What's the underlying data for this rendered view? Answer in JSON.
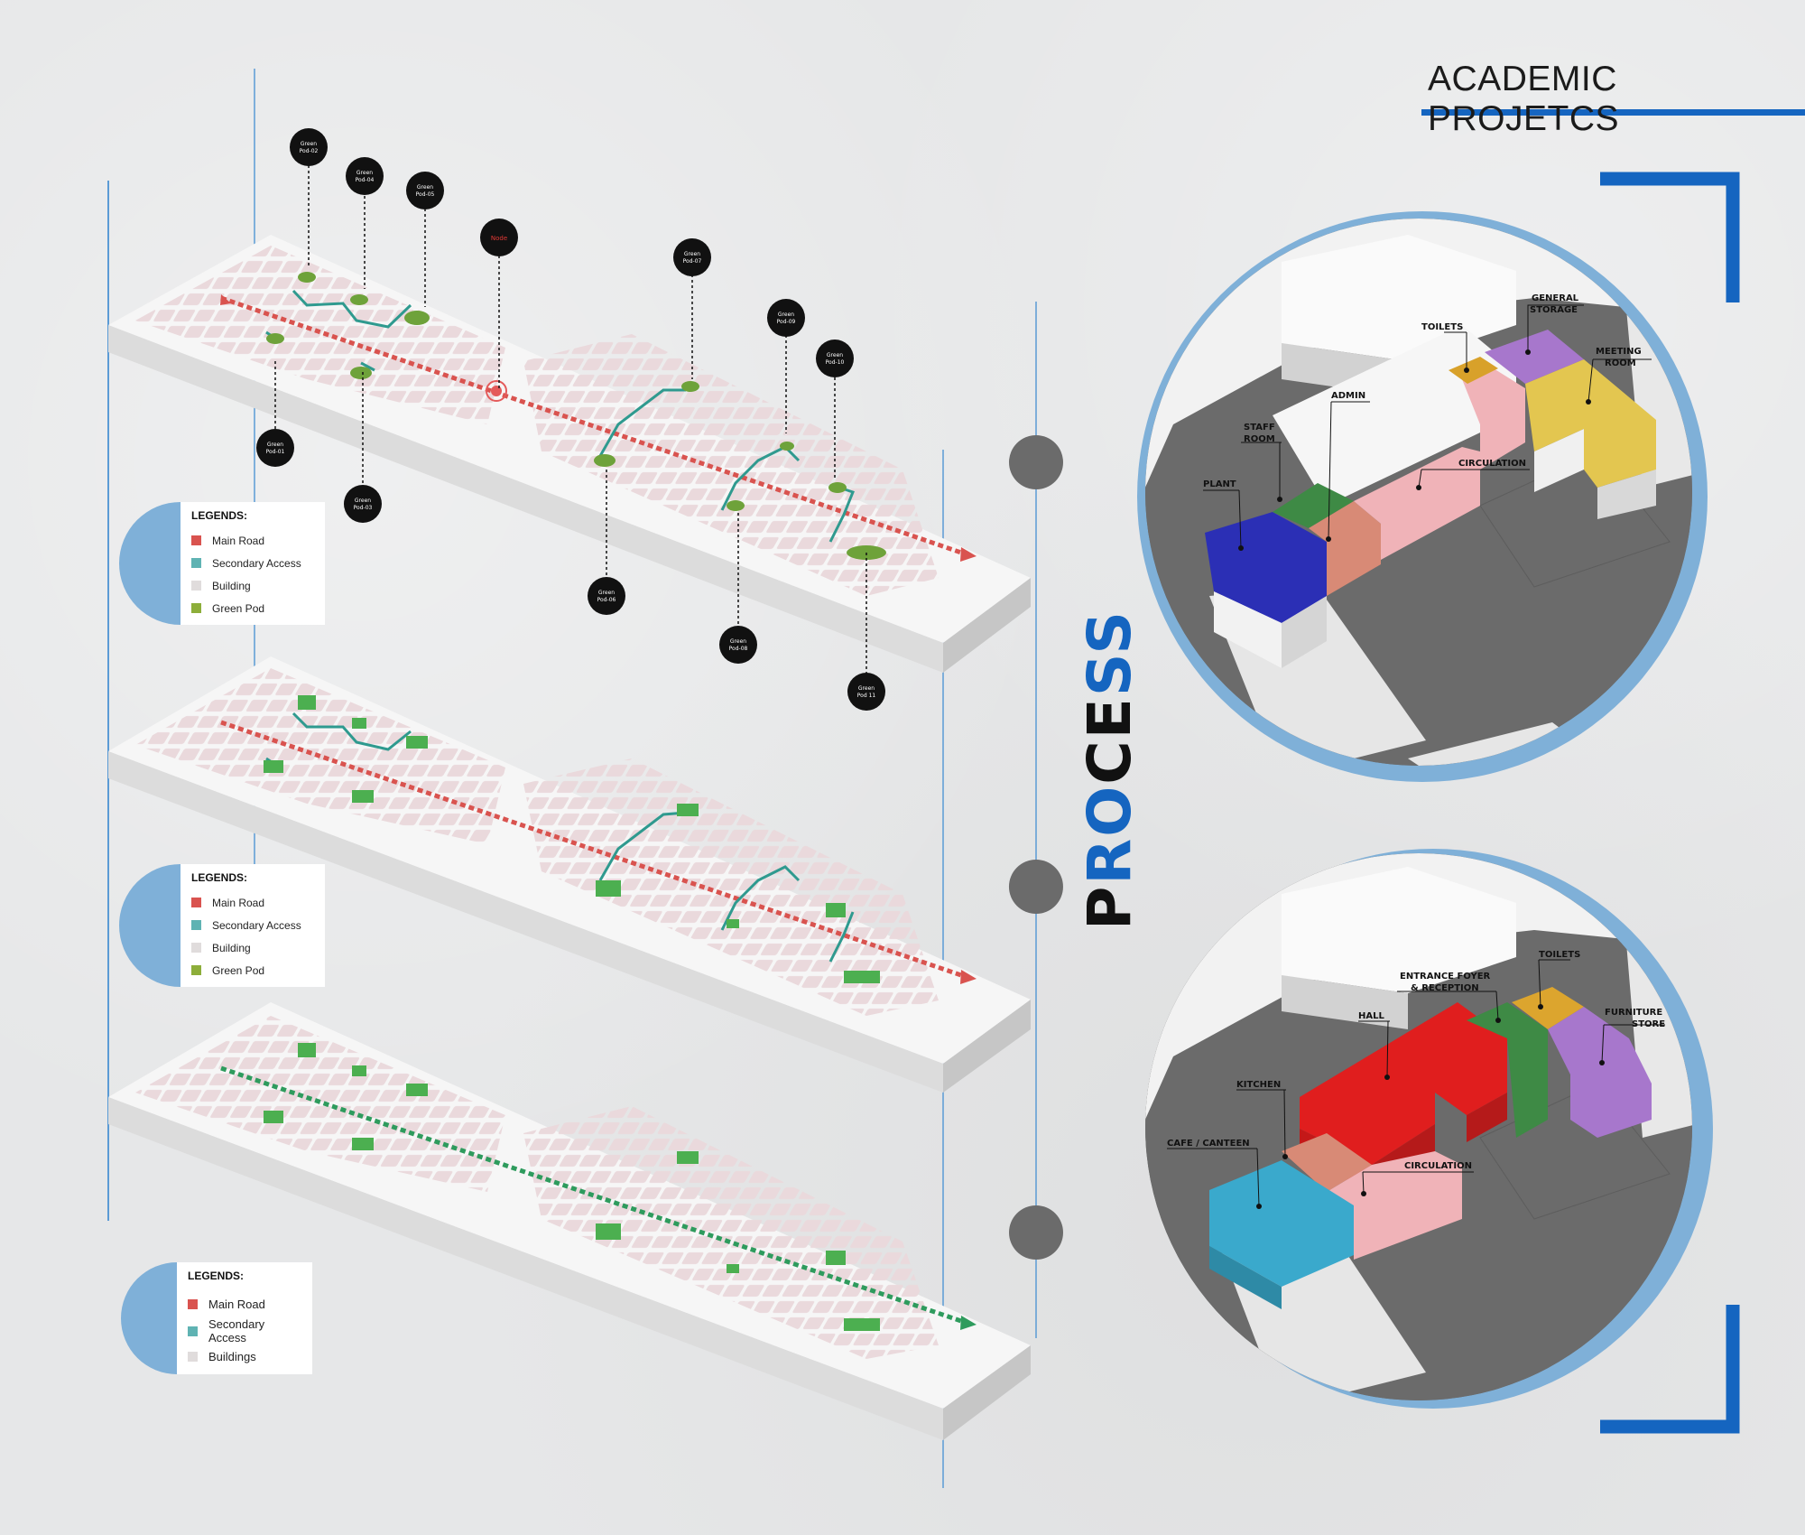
{
  "header": {
    "title": "ACADEMIC PROJETCS"
  },
  "process": {
    "p": "P",
    "r": "R",
    "o": "O",
    "c": "C",
    "e": "E",
    "s1": "S",
    "s2": "S"
  },
  "legend1": {
    "heading": "LEGENDS:",
    "items": [
      {
        "label": "Main Road",
        "color": "#d9534f"
      },
      {
        "label": "Secondary Access",
        "color": "#5fb3b3"
      },
      {
        "label": "Building",
        "color": "#e0dcdc"
      },
      {
        "label": "Green Pod",
        "color": "#8dae3a"
      }
    ]
  },
  "legend2": {
    "heading": "LEGENDS:",
    "items": [
      {
        "label": "Main Road",
        "color": "#d9534f"
      },
      {
        "label": "Secondary Access",
        "color": "#5fb3b3"
      },
      {
        "label": "Building",
        "color": "#e0dcdc"
      },
      {
        "label": "Green Pod",
        "color": "#8dae3a"
      }
    ]
  },
  "legend3": {
    "heading": "LEGENDS:",
    "items": [
      {
        "label": "Main Road",
        "color": "#d9534f"
      },
      {
        "label": "Secondary Access",
        "color": "#5fb3b3"
      },
      {
        "label": "Buildings",
        "color": "#e0dcdc"
      }
    ]
  },
  "pods": {
    "gp01": [
      "Green",
      "Pod-01"
    ],
    "gp02": [
      "Green",
      "Pod-02"
    ],
    "gp03": [
      "Green",
      "Pod-03"
    ],
    "gp04": [
      "Green",
      "Pod-04"
    ],
    "gp05": [
      "Green",
      "Pod-05"
    ],
    "node": "Node",
    "gp06": [
      "Green",
      "Pod-06"
    ],
    "gp07": [
      "Green",
      "Pod-07"
    ],
    "gp08": [
      "Green",
      "Pod-08"
    ],
    "gp09": [
      "Green",
      "Pod-09"
    ],
    "gp10": [
      "Green",
      "Pod-10"
    ],
    "gp11": [
      "Green",
      "Pod 11"
    ]
  },
  "plan1": {
    "labels": {
      "general_storage": [
        "GENERAL",
        "STORAGE"
      ],
      "toilets": "TOILETS",
      "meeting_room": [
        "MEETING",
        "ROOM"
      ],
      "admin": "ADMIN",
      "staff_room": [
        "STAFF",
        "ROOM"
      ],
      "circulation": "CIRCULATION",
      "plant": "PLANT"
    },
    "colors": {
      "plant": "#2b2fb5",
      "staff": "#3e8a45",
      "admin": "#d88a76",
      "circulation": "#f0b3b8",
      "toilets": "#d8a12a",
      "storage": "#a777cc",
      "meeting": "#e3c650"
    }
  },
  "plan2": {
    "labels": {
      "toilets": "TOILETS",
      "entrance": [
        "ENTRANCE FOYER",
        "& RECEPTION"
      ],
      "furniture": [
        "FURNITURE",
        "STORE"
      ],
      "hall": "HALL",
      "kitchen": "KITCHEN",
      "cafe": "CAFE / CANTEEN",
      "circulation": "CIRCULATION"
    },
    "colors": {
      "hall": "#e01e1e",
      "entrance": "#3e8a45",
      "toilets": "#dca52e",
      "furniture": "#a777cc",
      "kitchen": "#d88a76",
      "circulation": "#f0b3b8",
      "cafe": "#3aa9cc"
    }
  },
  "colors": {
    "accent_blue": "#1565c0",
    "circle_ring": "#7fb0d8",
    "main_road": "#d9534f",
    "secondary": "#2f9a8f",
    "green_road": "#2e9b5d",
    "green_pod": "#4caf50"
  }
}
